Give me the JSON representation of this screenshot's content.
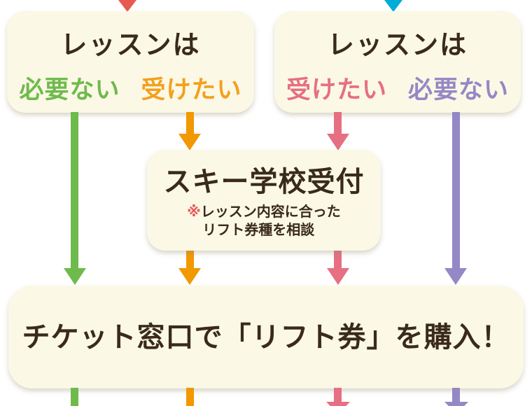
{
  "palette": {
    "background": "#FFFFFF",
    "box_background": "#FBF8E6",
    "dark_text": "#3A2A1C",
    "green": "#6FBA4C",
    "orange_text": "#F3A01E",
    "orange_arrow": "#F29800",
    "pink": "#E66F82",
    "purple": "#9488C5",
    "red_arrow": "#E85A50",
    "blue_arrow": "#00ACD8",
    "note_mark_red": "#E45B5B"
  },
  "boxes": {
    "lesson_left": {
      "title": "レッスンは",
      "options": [
        {
          "label": "必要ない",
          "color": "#6FBA4C"
        },
        {
          "label": "受けたい",
          "color": "#F3A01E"
        }
      ]
    },
    "lesson_right": {
      "title": "レッスンは",
      "options": [
        {
          "label": "受けたい",
          "color": "#E66F82"
        },
        {
          "label": "必要ない",
          "color": "#9488C5"
        }
      ]
    },
    "ski_school": {
      "title": "スキー学校受付",
      "note_mark": "※",
      "note_line1": "レッスン内容に合った",
      "note_line2": "リフト券種を相談"
    },
    "ticket": {
      "title": "チケット窓口で「リフト券」を購入！"
    }
  },
  "arrows": {
    "incoming_left": {
      "color": "#E85A50",
      "direction": "down"
    },
    "incoming_right": {
      "color": "#00ACD8",
      "direction": "down"
    },
    "green_flow": "必要ない → チケット窓口",
    "orange_flow": "受けたい → スキー学校受付 → チケット窓口",
    "pink_flow": "受けたい → スキー学校受付 → チケット窓口",
    "purple_flow": "必要ない → チケット窓口"
  }
}
